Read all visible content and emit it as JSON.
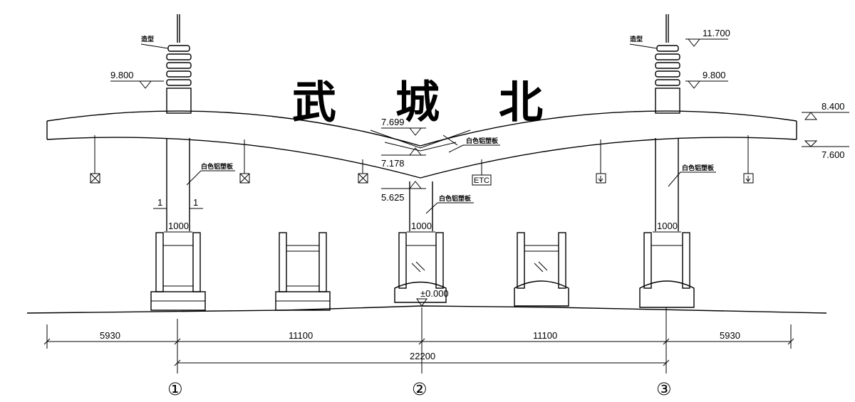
{
  "title": [
    "武",
    "城",
    "北"
  ],
  "elevations": {
    "tower_top": "11.700",
    "tower_left": "9.800",
    "tower_right": "9.800",
    "canopy_top": "8.400",
    "canopy_bottom": "7.600",
    "center_top": "7.699",
    "center_mid": "7.178",
    "center_bottom": "5.625",
    "ground": "±0.000"
  },
  "notes": {
    "shape_left": "造型",
    "shape_right": "造型",
    "panel": "白色铝塑板"
  },
  "column_width": "1000",
  "section_mark": "1",
  "sign_etc": "ETC",
  "dimensions": {
    "seg1": "5930",
    "seg2": "11100",
    "seg3": "11100",
    "seg4": "5930",
    "total": "22200"
  },
  "axes": [
    "①",
    "②",
    "③"
  ]
}
